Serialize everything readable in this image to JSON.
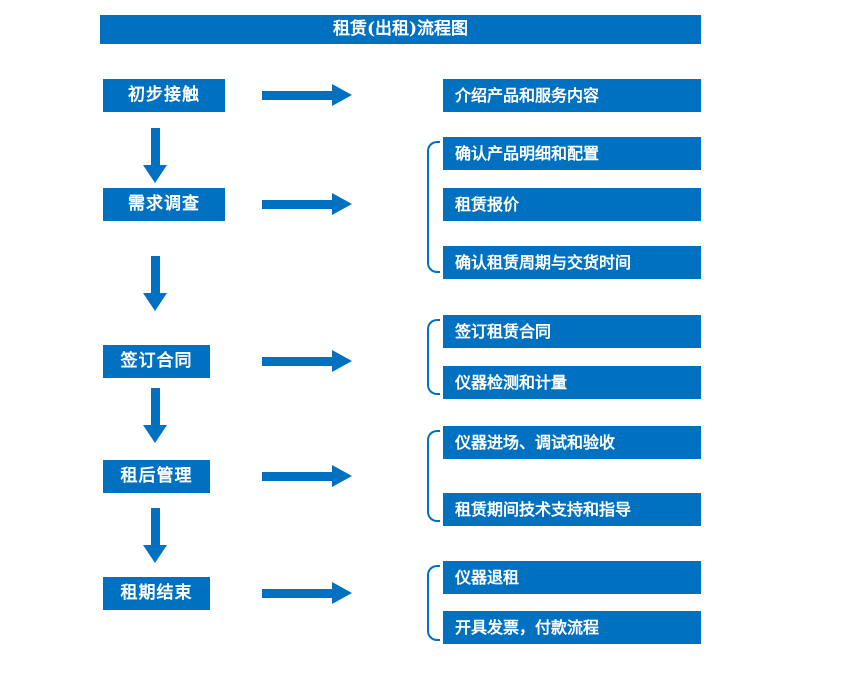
{
  "title": "租赁(出租)流程图",
  "colors": {
    "primary": "#0070C0",
    "text": "#ffffff",
    "background": "#ffffff"
  },
  "diagram_type": "flowchart",
  "stages": [
    {
      "label": "初步接触",
      "items": [
        "介绍产品和服务内容"
      ]
    },
    {
      "label": "需求调查",
      "items": [
        "确认产品明细和配置",
        "租赁报价",
        "确认租赁周期与交货时间"
      ]
    },
    {
      "label": "签订合同",
      "items": [
        "签订租赁合同",
        "仪器检测和计量"
      ]
    },
    {
      "label": "租后管理",
      "items": [
        "仪器进场、调试和验收",
        "租赁期间技术支持和指导"
      ]
    },
    {
      "label": "租期结束",
      "items": [
        "仪器退租",
        "开具发票，付款流程"
      ]
    }
  ]
}
